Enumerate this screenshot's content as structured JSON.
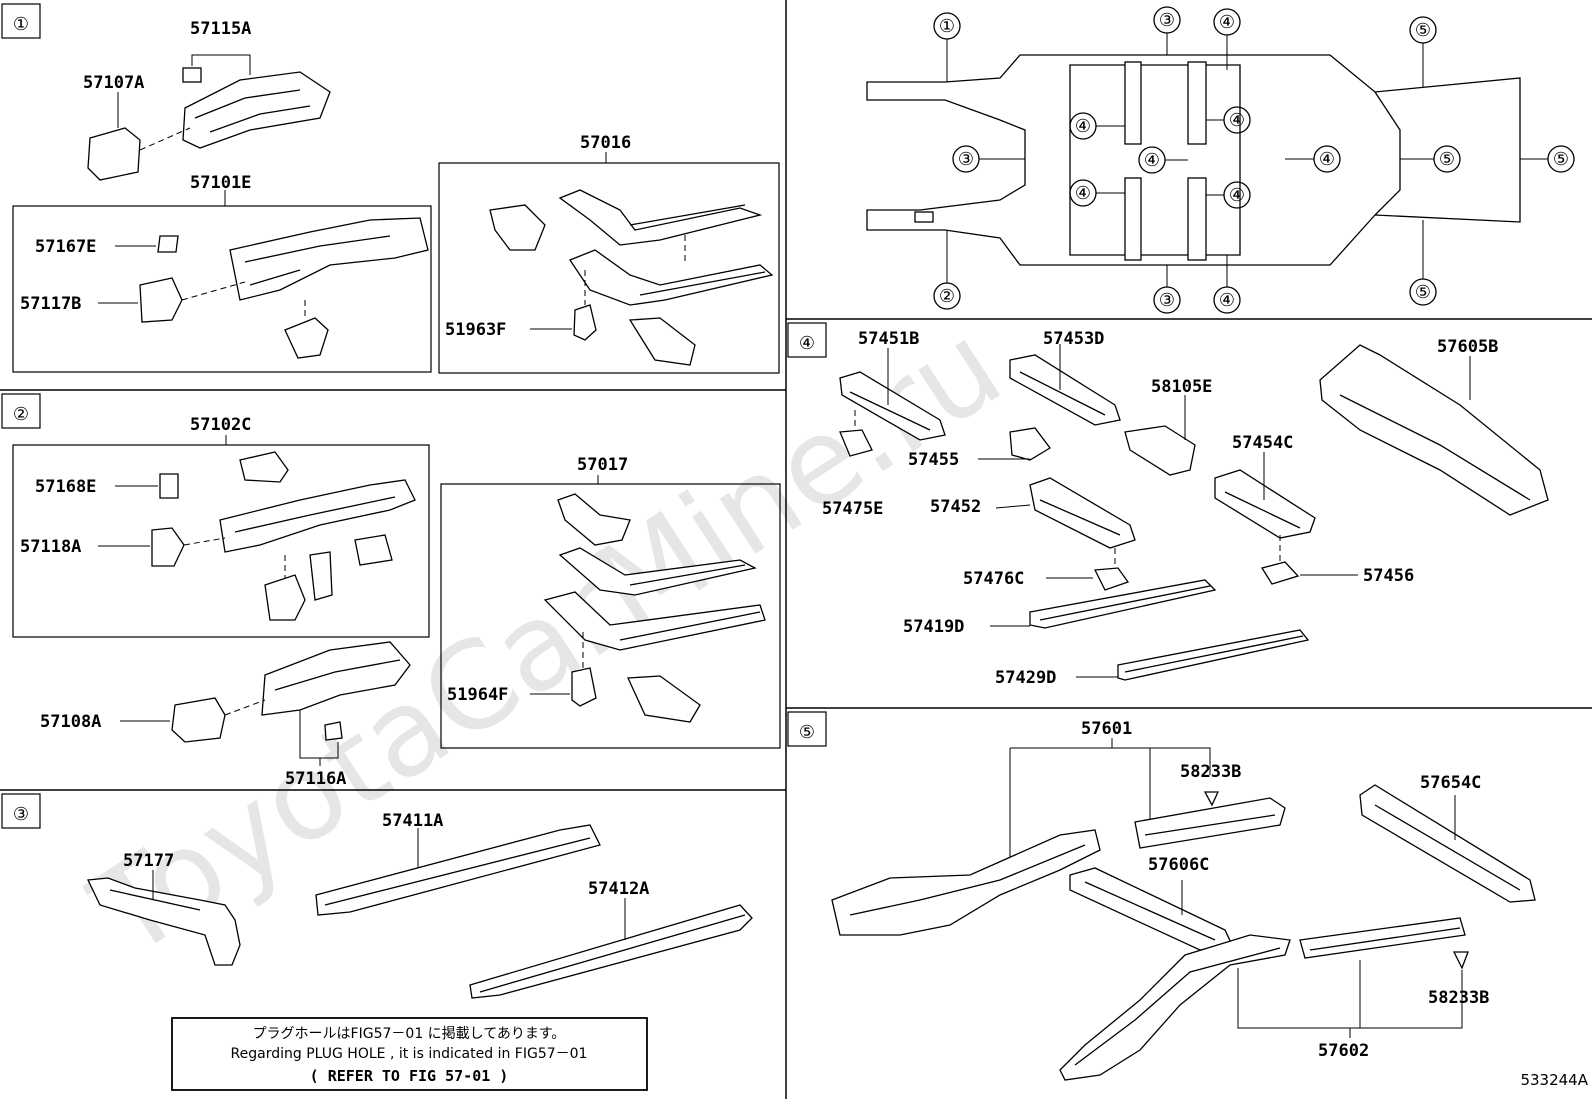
{
  "watermark": "ToyotaCarMine.ru",
  "diagram_code": "533244A",
  "sections": {
    "s1": "①",
    "s2": "②",
    "s3": "③",
    "s4": "④",
    "s5": "⑤"
  },
  "labels": {
    "p57115A": "57115A",
    "p57107A": "57107A",
    "p57101E": "57101E",
    "p57167E": "57167E",
    "p57117B": "57117B",
    "p57016": "57016",
    "p51963F": "51963F",
    "p57102C": "57102C",
    "p57168E": "57168E",
    "p57118A": "57118A",
    "p57017": "57017",
    "p51964F": "51964F",
    "p57108A": "57108A",
    "p57116A": "57116A",
    "p57177": "57177",
    "p57411A": "57411A",
    "p57412A": "57412A",
    "p57451B": "57451B",
    "p57453D": "57453D",
    "p58105E": "58105E",
    "p57605B": "57605B",
    "p57455": "57455",
    "p57475E": "57475E",
    "p57454C": "57454C",
    "p57452": "57452",
    "p57476C": "57476C",
    "p57456": "57456",
    "p57419D": "57419D",
    "p57429D": "57429D",
    "p57601": "57601",
    "p58233B_top": "58233B",
    "p57654C": "57654C",
    "p57606C": "57606C",
    "p58233B_bot": "58233B",
    "p57602": "57602"
  },
  "overview_callouts": [
    "①",
    "③",
    "④",
    "⑤",
    "③",
    "④",
    "④",
    "④",
    "④",
    "④",
    "⑤",
    "⑤",
    "④",
    "④",
    "②",
    "③",
    "④",
    "⑤"
  ],
  "note": {
    "line1": "プラグホールはFIG57－01 に掲載してあります。",
    "line2": "Regarding  PLUG HOLE , it is indicated in FIG57－01",
    "line3": "( REFER TO FIG 57-01 )"
  }
}
